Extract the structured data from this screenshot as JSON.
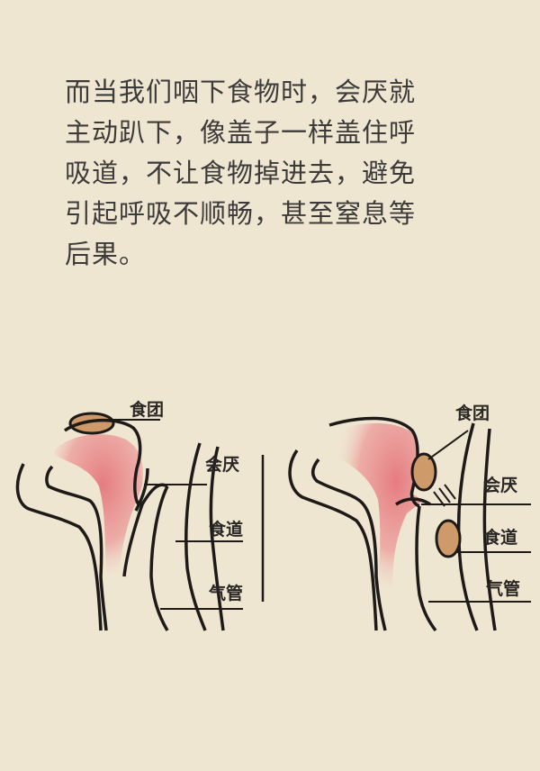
{
  "paragraph": {
    "lines": [
      "而当我们咽下食物时，会厌就",
      "主动趴下，像盖子一样盖住呼",
      "吸道，不让食物掉进去，避免",
      "引起呼吸不顺畅，甚至窒息等",
      "后果。"
    ]
  },
  "left_diagram": {
    "labels": {
      "food_bolus": "食团",
      "epiglottis": "会厌",
      "esophagus": "食道",
      "trachea": "气管"
    }
  },
  "right_diagram": {
    "labels": {
      "food_bolus": "食团",
      "epiglottis": "会厌",
      "esophagus": "食道",
      "trachea": "气管"
    }
  },
  "colors": {
    "background": "#efe6d2",
    "text": "#3d3b3a",
    "pink": "#e77f84",
    "bolus": "#cf9a6a",
    "outline": "#1e1a18"
  }
}
